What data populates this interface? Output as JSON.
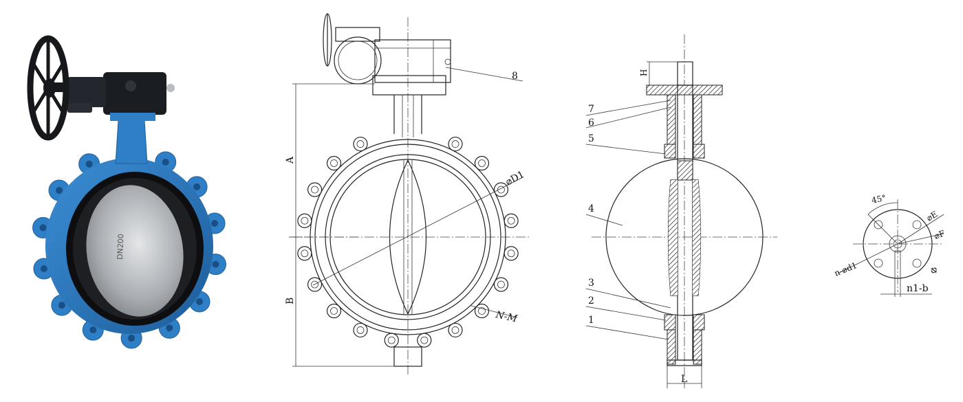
{
  "colors": {
    "valve_body": "#2f7fc7",
    "valve_body_dark": "#1f5f9e",
    "gearbox": "#1a1d22",
    "disc": "#b9bcc0",
    "seat": "#0e0e10",
    "line": "#222222"
  },
  "photo": {
    "disc_marking": "DN200"
  },
  "front_view": {
    "dim_A": "A",
    "dim_B": "B",
    "dim_D1": "⌀D1",
    "bolt_spec": "N-M",
    "part_8": "8"
  },
  "section_view": {
    "dim_H": "H",
    "dim_L": "L",
    "parts": [
      "7",
      "6",
      "5",
      "4",
      "3",
      "2",
      "1"
    ]
  },
  "flange_top": {
    "angle": "45°",
    "dim_E": "⌀E",
    "dim_F": "⌀F",
    "holes": "n-⌀d1",
    "dim_phi": "Φ",
    "key": "n1-b"
  }
}
